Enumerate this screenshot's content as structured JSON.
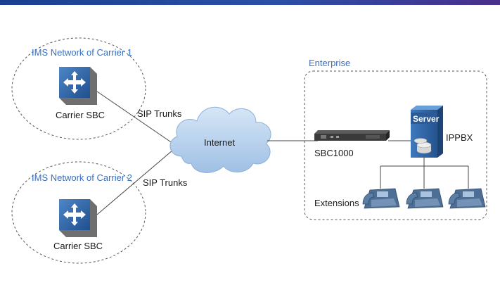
{
  "carrier1": {
    "network_label": "IMS Network of Carrier 1",
    "device_label": "Carrier SBC",
    "trunk_label": "SIP Trunks"
  },
  "carrier2": {
    "network_label": "IMS Network of Carrier 2",
    "device_label": "Carrier SBC",
    "trunk_label": "SIP Trunks"
  },
  "internet": {
    "label": "Internet"
  },
  "enterprise": {
    "label": "Enterprise",
    "sbc_label": "SBC1000",
    "server_header": "Server",
    "ippbx_label": "IPPBX",
    "extensions_label": "Extensions"
  },
  "icons": [
    "sbc-switch-icon",
    "cloud-icon",
    "rack-device-icon",
    "server-icon",
    "ip-phone-icon"
  ],
  "colors": {
    "accent_blue": "#3a6fbf",
    "device_blue": "#2f5f9a",
    "cloud": "#b9d3ee"
  }
}
